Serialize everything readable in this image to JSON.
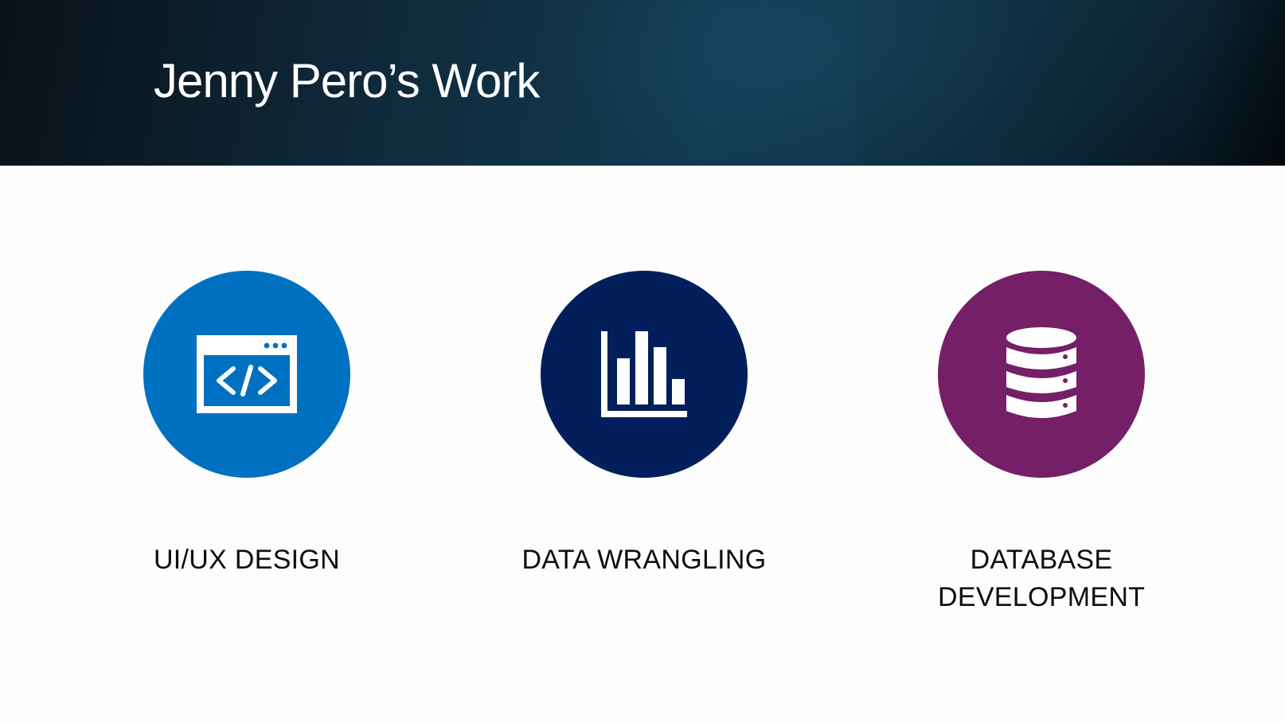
{
  "slide": {
    "title": "Jenny Pero’s Work"
  },
  "cards": [
    {
      "label": "UI/UX DESIGN",
      "icon": "code-window-icon",
      "color": "#0070c0"
    },
    {
      "label": "DATA WRANGLING",
      "icon": "bar-chart-icon",
      "color": "#021f5b"
    },
    {
      "label": "DATABASE DEVELOPMENT",
      "icon": "database-icon",
      "color": "#741f68"
    }
  ],
  "colors": {
    "header_gradient_start": "#0a1118",
    "header_gradient_mid": "#113a52",
    "background": "#fdfdfd",
    "label_text": "#0d0d0d",
    "title_text": "#ffffff"
  }
}
